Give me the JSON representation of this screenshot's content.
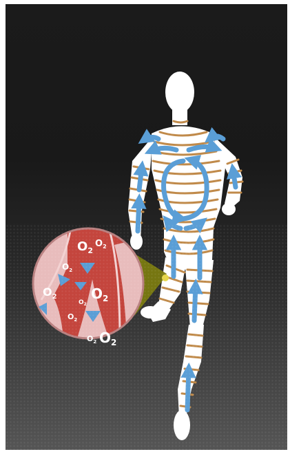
{
  "colors": {
    "background_top": "#1b1b1b",
    "background_bottom": "#555555",
    "body": "#ffffff",
    "compression_bands": "#c08a4a",
    "flow_arrows": "#5a9ed6",
    "blood_vessel": "#c4453d",
    "tissue": "#e8bcbc",
    "magnifier_pointer": "#7a7a10"
  },
  "icons": {
    "runner": "runner-figure",
    "magnifier": "magnifier-lens",
    "oxygen": "o2-molecule",
    "flow": "blood-flow-arrow"
  },
  "labels": {
    "o2_large": "O",
    "o2_sub": "2"
  }
}
